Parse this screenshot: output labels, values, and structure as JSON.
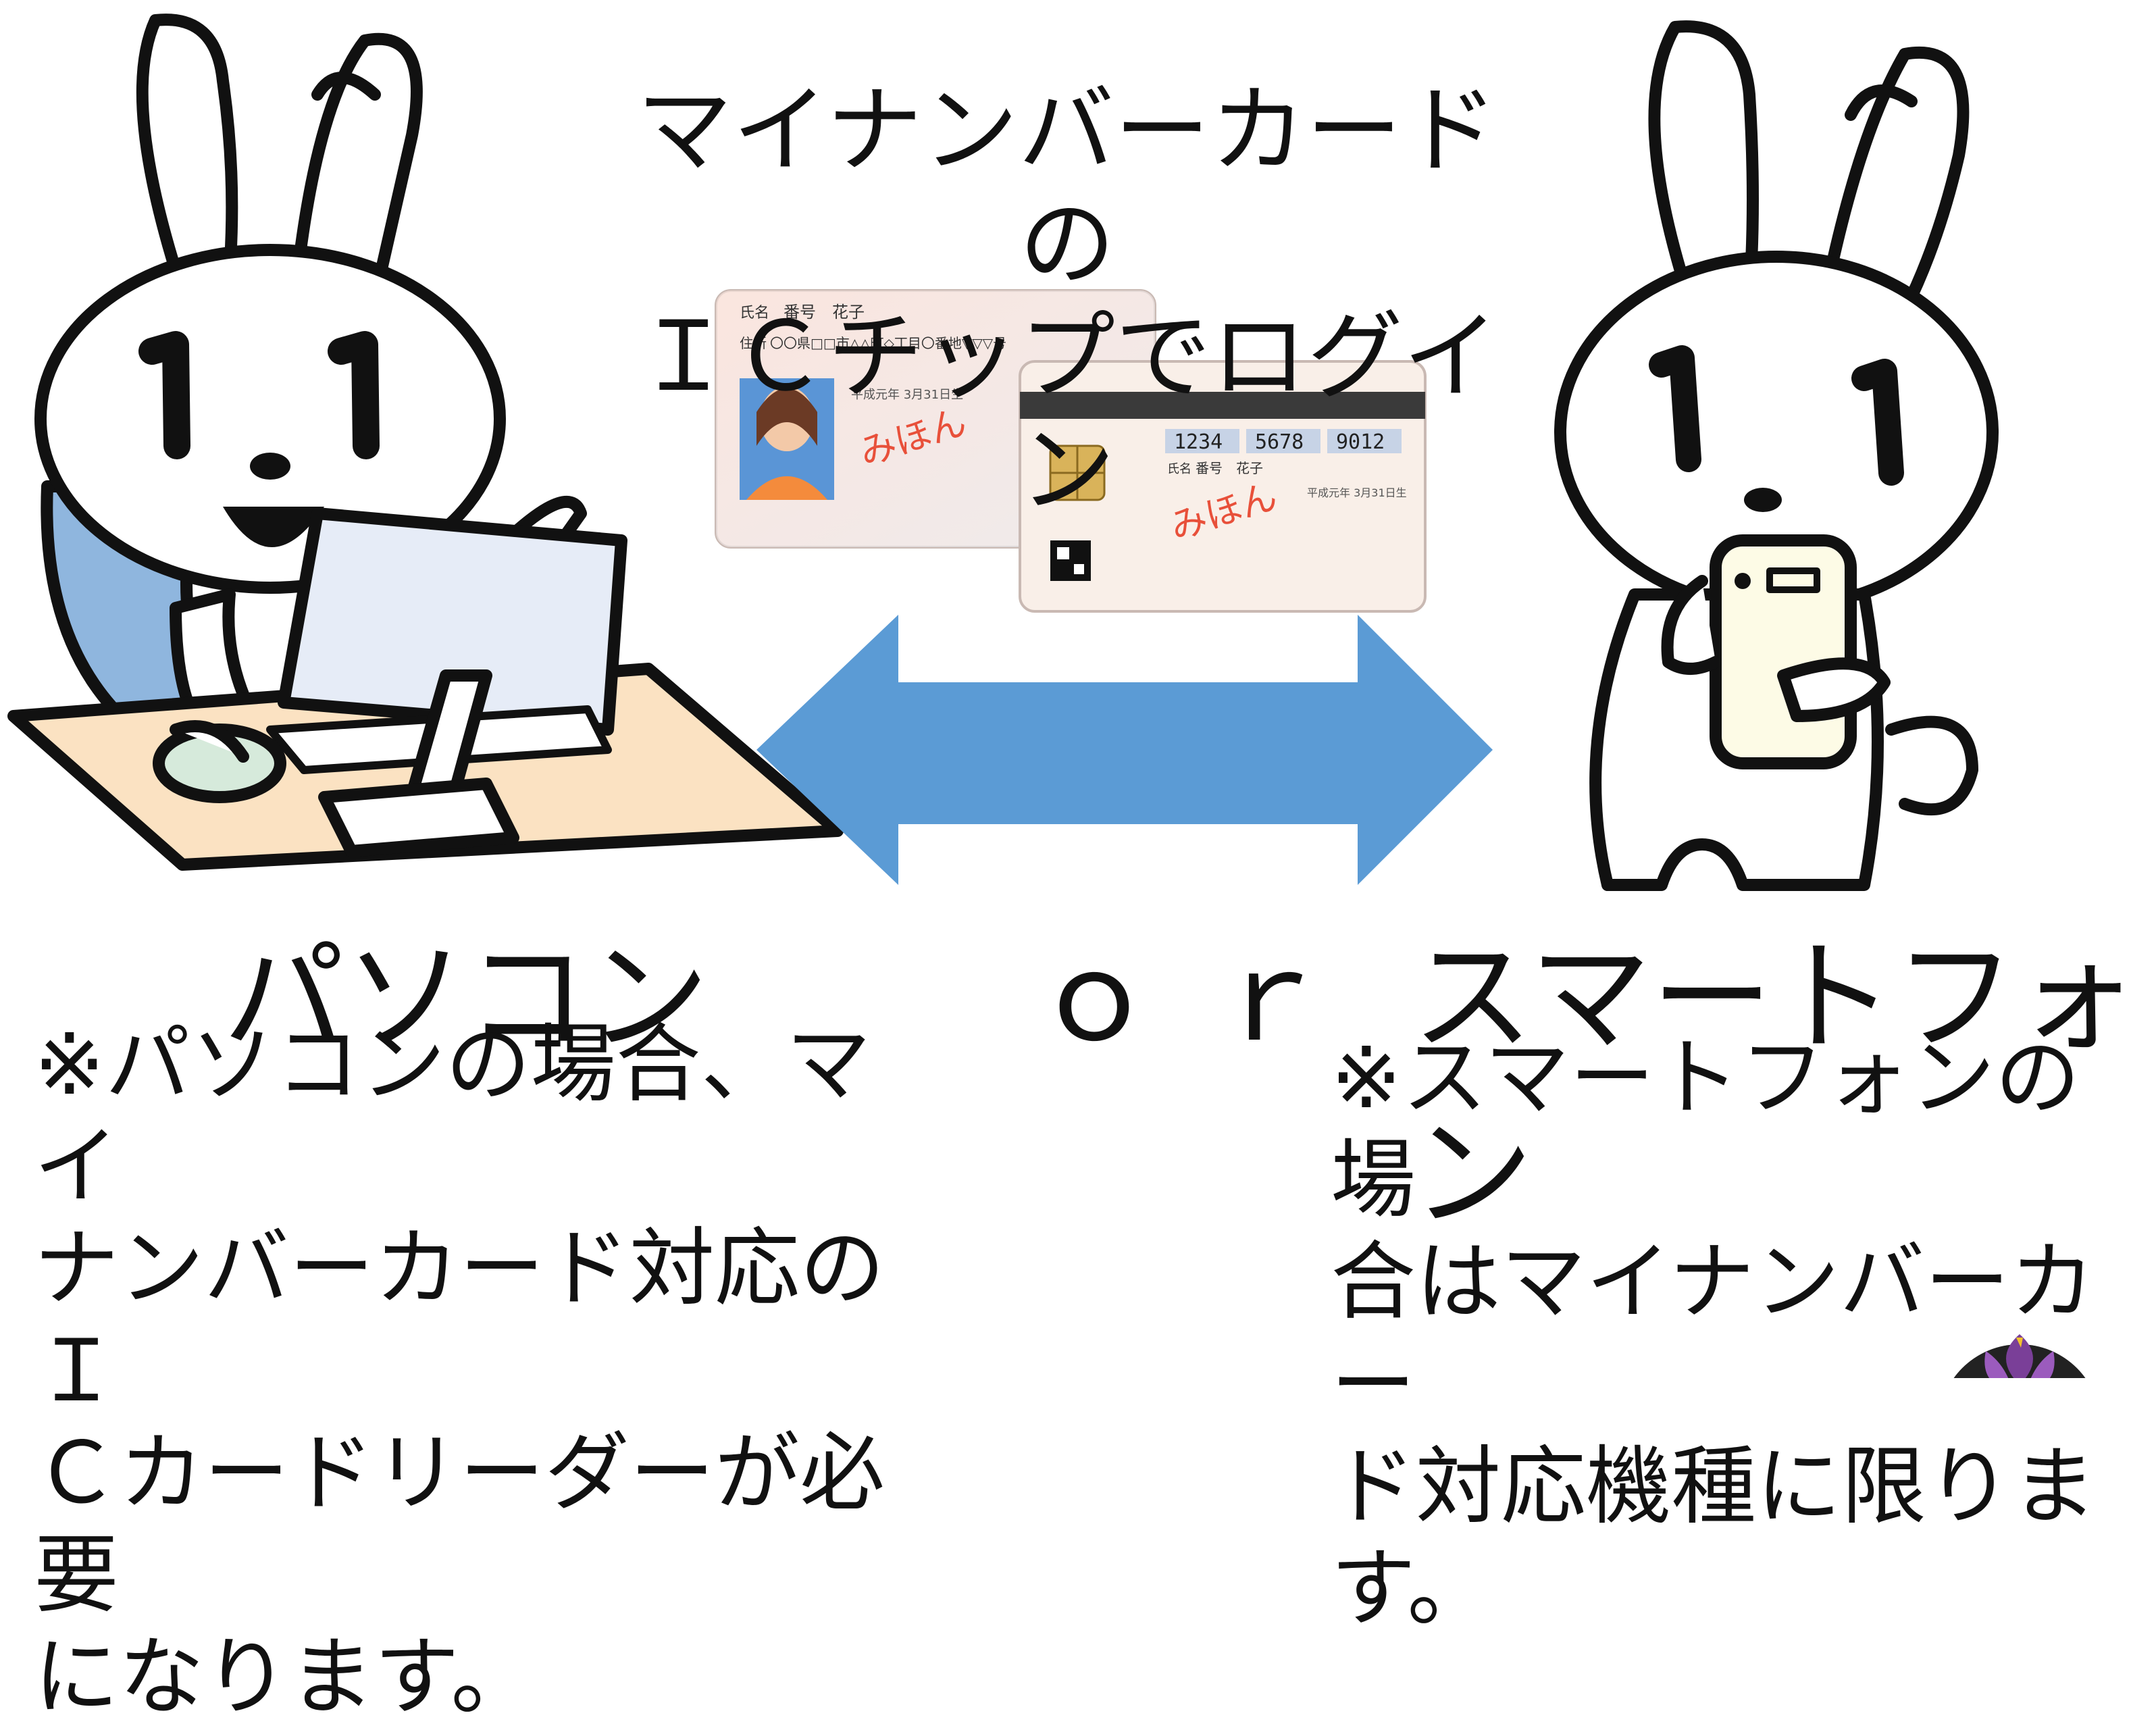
{
  "headline": "マイナンバーカードの\nＩＣチップでログイン",
  "card_front": {
    "name_label": "氏名",
    "name": "番号　花子",
    "address_label": "住所",
    "address": "〇〇県□□市△△町◇丁目〇番地▽▽▽号",
    "dob": "平成元年 3月31日生",
    "sample_stamp": "みほん"
  },
  "card_back": {
    "number": [
      "1234",
      "5678",
      "9012"
    ],
    "name_label": "氏名",
    "name": "番号　花子",
    "dob": "平成元年 3月31日生",
    "sample_stamp": "みほん"
  },
  "pc_label": "パソコン",
  "or_label": "ｏｒ",
  "sp_label": "スマートフォン",
  "pc_note": "※パソコンの場合、マイ\nナンバーカード対応のＩ\nＣカードリーダーが必要\nになります。",
  "sp_note": "※スマートフォンの場\n合はマイナンバーカー\nド対応機種に限ります。",
  "colors": {
    "arrow": "#5b9bd5",
    "desk": "#fbe2c2",
    "monitor": "#e6ecf7",
    "phone": "#fdfbe6",
    "chair": "#8fb6de",
    "sample_stamp": "#e8503a"
  },
  "icons": [
    "rabbit-mascot-pc",
    "rabbit-mascot-phone",
    "double-arrow",
    "my-number-card",
    "emblem-logo"
  ]
}
